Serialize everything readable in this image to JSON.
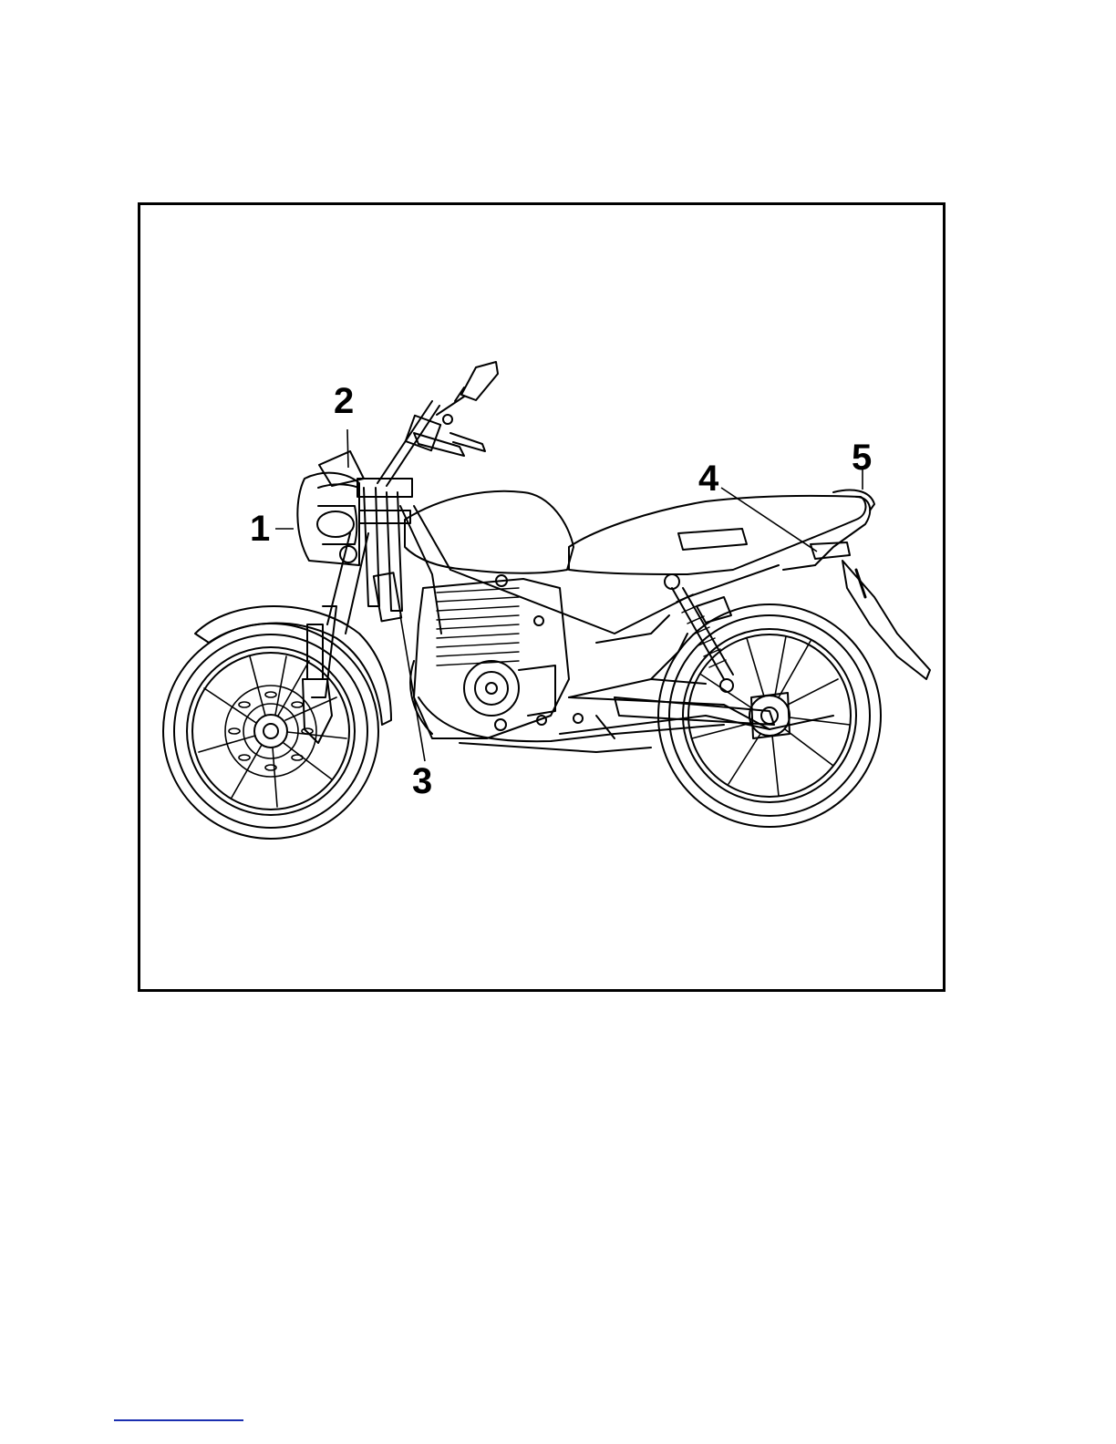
{
  "figure": {
    "subject": "motorcycle-line-drawing",
    "callouts": [
      {
        "id": "1",
        "label": "1"
      },
      {
        "id": "2",
        "label": "2"
      },
      {
        "id": "3",
        "label": "3"
      },
      {
        "id": "4",
        "label": "4"
      },
      {
        "id": "5",
        "label": "5"
      }
    ]
  },
  "colors": {
    "line": "#000000",
    "background": "#ffffff",
    "footer_rule": "#1a2fb0"
  }
}
